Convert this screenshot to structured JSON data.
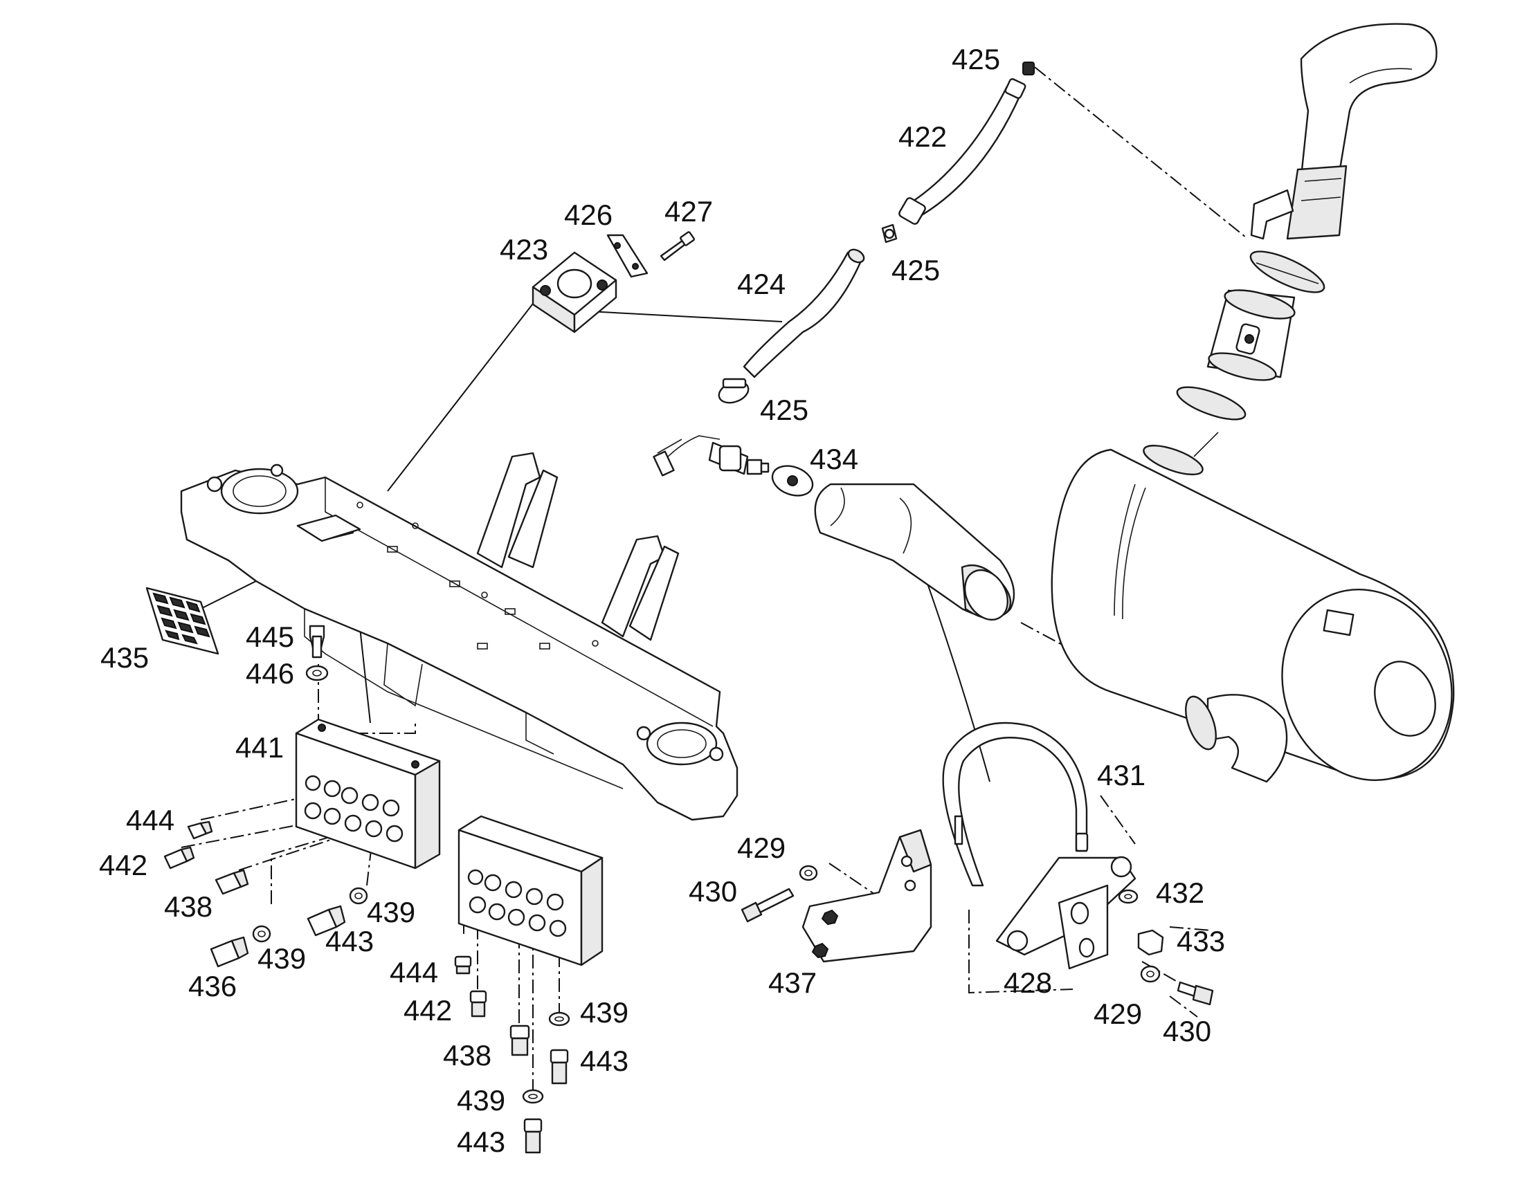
{
  "labels": {
    "l425_top": "425",
    "l422": "422",
    "l426": "426",
    "l427": "427",
    "l423": "423",
    "l424": "424",
    "l425_mid": "425",
    "l425_low": "425",
    "l434": "434",
    "l435": "435",
    "l445": "445",
    "l446": "446",
    "l441": "441",
    "l444_a": "444",
    "l442_a": "442",
    "l438_a": "438",
    "l439_a": "439",
    "l443_a": "443",
    "l439_b": "439",
    "l436": "436",
    "l444_b": "444",
    "l442_b": "442",
    "l439_c": "439",
    "l438_b": "438",
    "l443_b": "443",
    "l439_d": "439",
    "l443_c": "443",
    "l431": "431",
    "l429_a": "429",
    "l430_a": "430",
    "l432": "432",
    "l433": "433",
    "l437": "437",
    "l428": "428",
    "l429_b": "429",
    "l430_b": "430"
  }
}
